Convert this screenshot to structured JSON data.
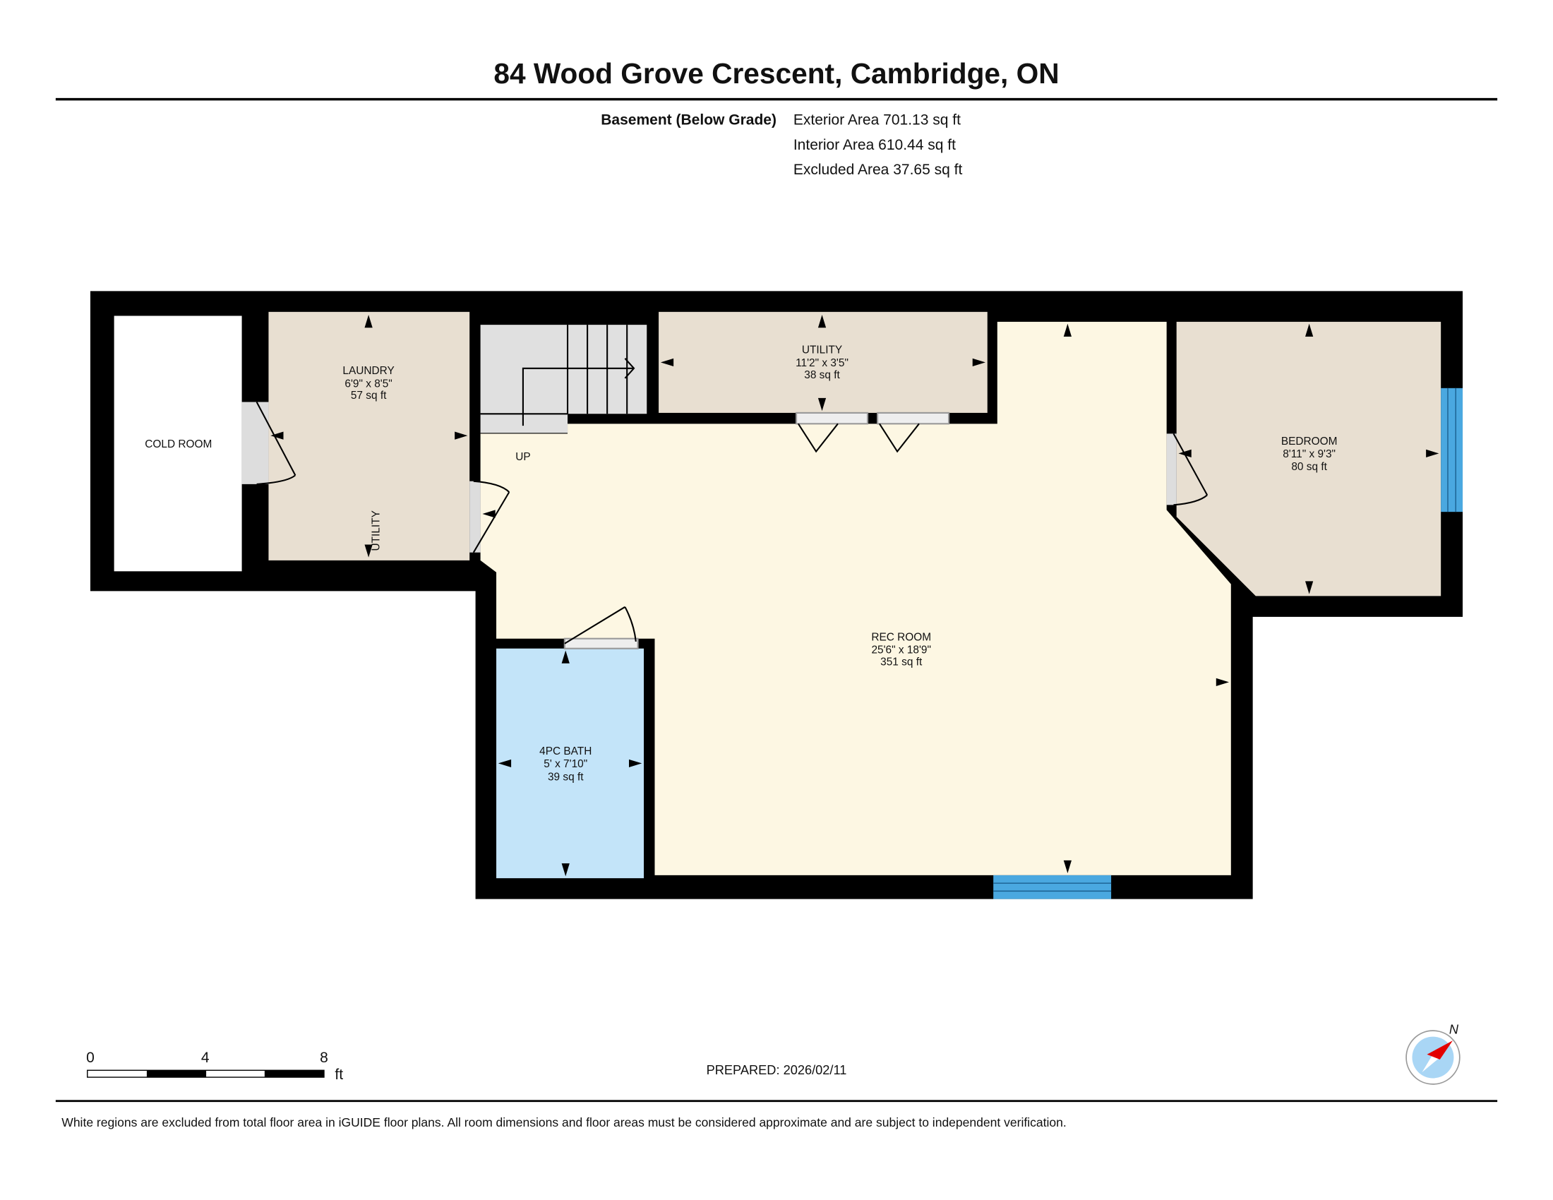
{
  "title": "84 Wood Grove Crescent, Cambridge, ON",
  "floor": {
    "name": "Basement (Below Grade)",
    "exterior": "Exterior Area 701.13 sq ft",
    "interior": "Interior Area 610.44 sq ft",
    "excluded": "Excluded Area 37.65 sq ft"
  },
  "rooms": {
    "cold_room": {
      "name": "COLD ROOM"
    },
    "laundry": {
      "name": "LAUNDRY",
      "dims": "6'9\" x 8'5\"",
      "area": "57 sq ft"
    },
    "laundry_tag": "UTILITY",
    "utility": {
      "name": "UTILITY",
      "dims": "11'2\" x 3'5\"",
      "area": "38 sq ft"
    },
    "stairs": "UP",
    "bedroom": {
      "name": "BEDROOM",
      "dims": "8'11\" x 9'3\"",
      "area": "80 sq ft"
    },
    "rec_room": {
      "name": "REC ROOM",
      "dims": "25'6\" x 18'9\"",
      "area": "351 sq ft"
    },
    "bath": {
      "name": "4PC BATH",
      "dims": "5' x 7'10\"",
      "area": "39 sq ft"
    }
  },
  "scale": {
    "ticks": [
      "0",
      "4",
      "8"
    ],
    "unit": "ft"
  },
  "compass_label": "N",
  "prepared": "PREPARED: 2026/02/11",
  "disclaimer": "White regions are excluded from total floor area in iGUIDE floor plans. All room dimensions and floor areas must be considered approximate and are subject to independent verification.",
  "colors": {
    "wall": "#000000",
    "rec": "#fdf7e3",
    "room": "#e8dfd1",
    "bath": "#c3e4f9",
    "window": "#4aa8e0",
    "stairs": "#e0e0e0"
  }
}
